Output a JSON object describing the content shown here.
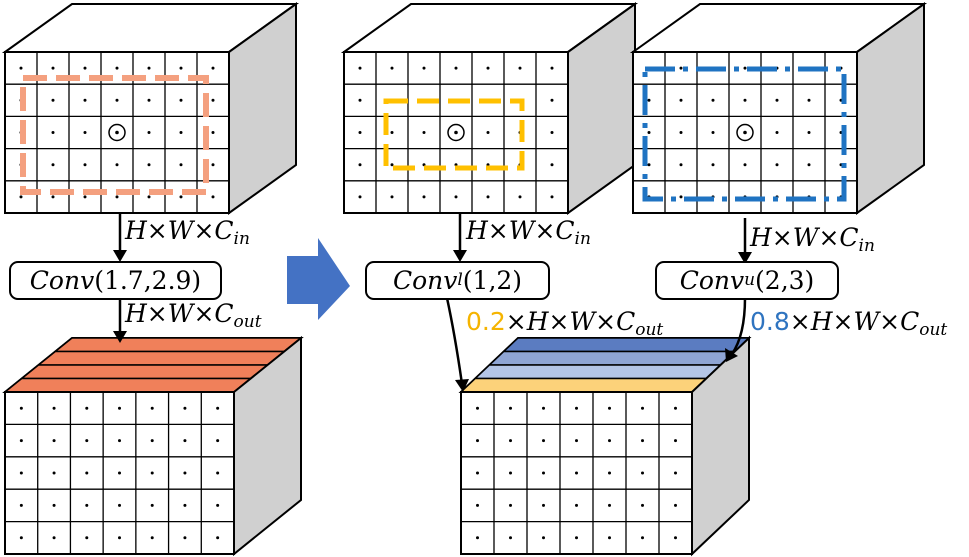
{
  "colors": {
    "stroke": "#000000",
    "side_face": "#d0d0d0",
    "orange_dash": "#f4a07f",
    "yellow_dash": "#ffc000",
    "blue_dash": "#1f73c2",
    "orange_stripe": "#f0805a",
    "blue_stripe_dark": "#5b7cc1",
    "blue_stripe_mid": "#8fa5d4",
    "blue_stripe_light": "#b4c5e6",
    "yellow_stripe": "#fcd27a",
    "arrow_fill": "#4472c4",
    "coef_lower": "#f5b400",
    "coef_upper": "#2f74c0"
  },
  "labels": {
    "in_shape_left": {
      "base": "H×W×C",
      "sub": "in"
    },
    "in_shape_mid": {
      "base": "H×W×C",
      "sub": "in"
    },
    "in_shape_right": {
      "base": "H×W×C",
      "sub": "in"
    },
    "out_shape_left": {
      "base": "H×W×C",
      "sub": "out"
    },
    "out_shape_lower": {
      "coef": "0.2",
      "base": "×H×W×C",
      "sub": "out"
    },
    "out_shape_upper": {
      "coef": "0.8",
      "base": "×H×W×C",
      "sub": "out"
    }
  },
  "conv_boxes": {
    "left": {
      "name": "Conv",
      "sub": "",
      "args": "(1.7,2.9)"
    },
    "lower": {
      "name": "Conv",
      "sub": "l",
      "args": "(1,2)"
    },
    "upper": {
      "name": "Conv",
      "sub": "u",
      "args": "(2,3)"
    }
  },
  "center_marker": "⊙"
}
